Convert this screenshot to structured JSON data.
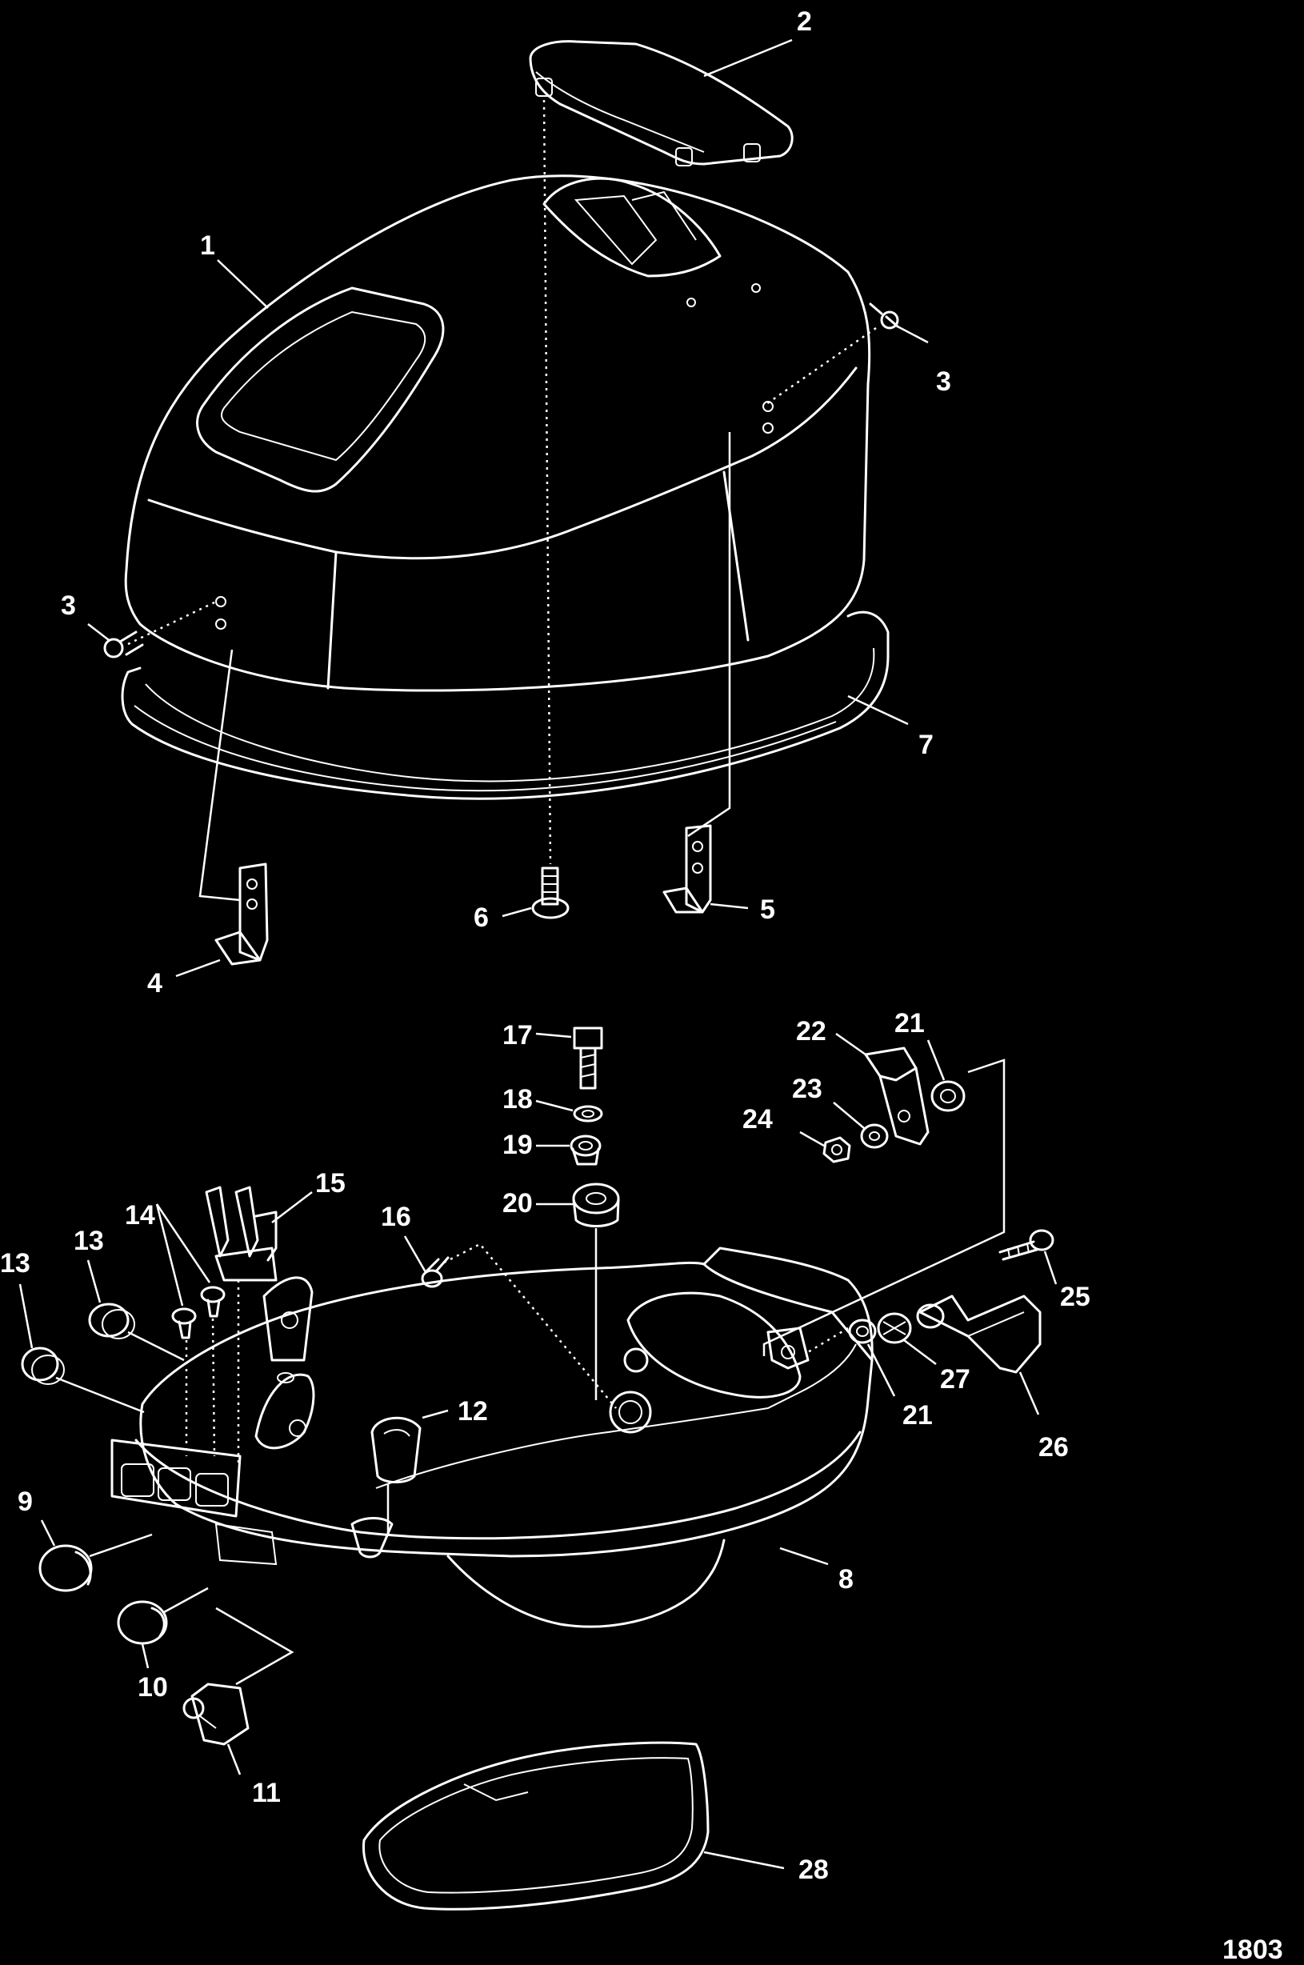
{
  "figure_id": "1803",
  "callouts": [
    "1",
    "2",
    "3",
    "3",
    "4",
    "5",
    "6",
    "7",
    "8",
    "9",
    "10",
    "11",
    "12",
    "13",
    "13",
    "14",
    "15",
    "16",
    "17",
    "18",
    "19",
    "20",
    "21",
    "21",
    "22",
    "23",
    "24",
    "25",
    "26",
    "27",
    "28"
  ],
  "colors": {
    "background": "#000000",
    "ink": "#ffffff"
  }
}
